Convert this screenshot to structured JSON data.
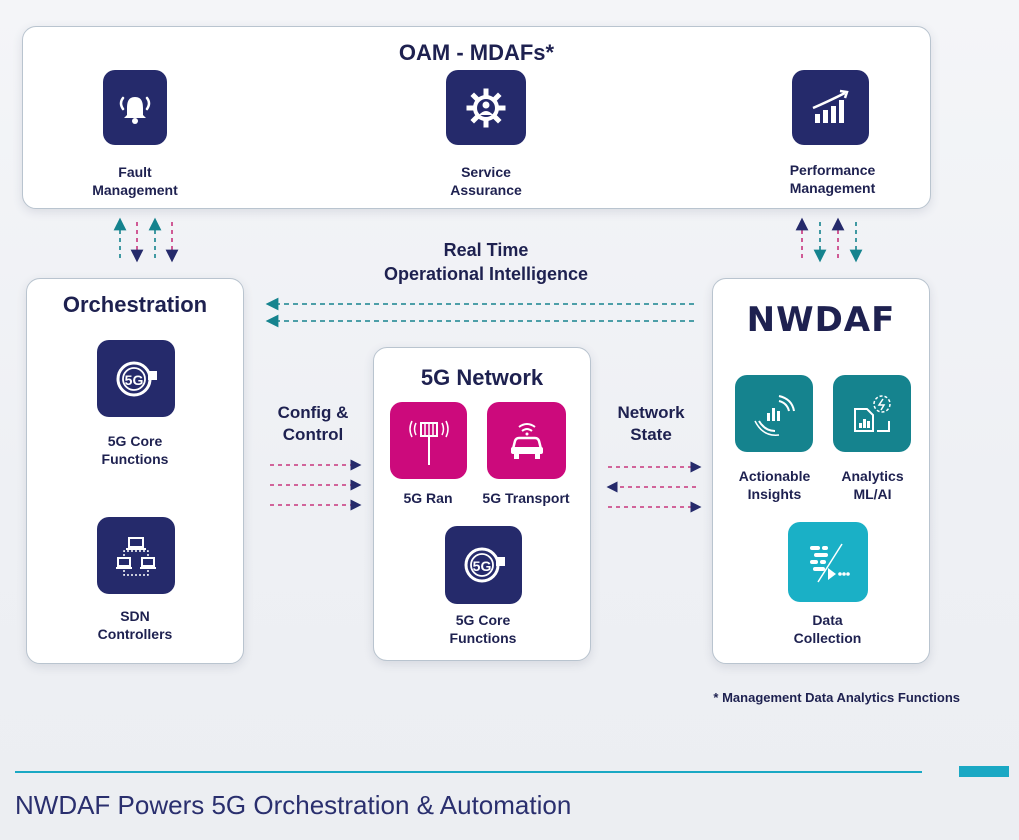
{
  "oam": {
    "title": "OAM - MDAFs*",
    "fault_label": "Fault\nManagement",
    "service_label": "Service\nAssurance",
    "performance_label": "Performance\nManagement"
  },
  "rtoi": {
    "line1": "Real Time",
    "line2": "Operational Intelligence"
  },
  "orchestration": {
    "title": "Orchestration",
    "core_label": "5G Core\nFunctions",
    "sdn_label": "SDN\nControllers"
  },
  "config": {
    "line1": "Config &",
    "line2": "Control"
  },
  "network_state": {
    "line1": "Network",
    "line2": "State"
  },
  "network": {
    "title": "5G Network",
    "ran_label": "5G Ran",
    "transport_label": "5G Transport",
    "core_label": "5G Core\nFunctions"
  },
  "nwdaf": {
    "title": "NWDAF",
    "insights_label": "Actionable\nInsights",
    "analytics_label": "Analytics\nML/AI",
    "collection_label": "Data\nCollection"
  },
  "footnote": "* Management Data Analytics Functions",
  "footer_title": "NWDAF Powers 5G Orchestration & Automation",
  "colors": {
    "navy": "#252a6b",
    "teal": "#15838e",
    "pink": "#cc0a7c",
    "accent": "#1aa8c4"
  }
}
